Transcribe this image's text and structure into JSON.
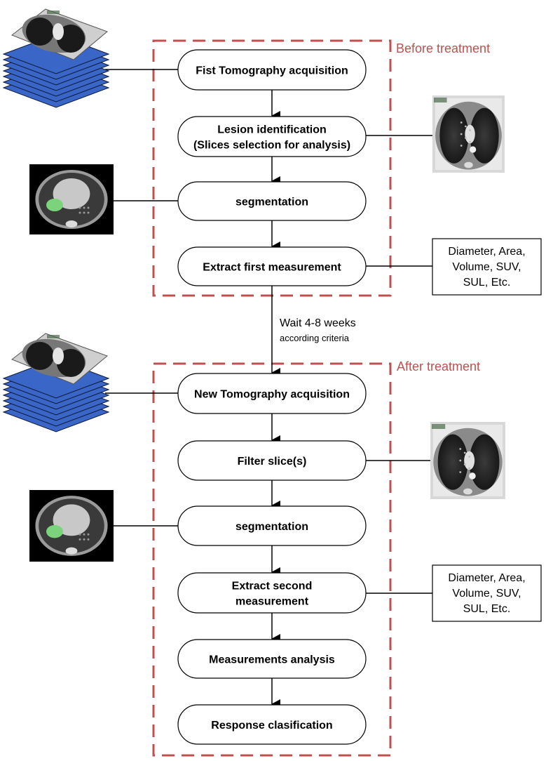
{
  "colors": {
    "section_border": "#c0504d",
    "section_label": "#c0504d",
    "stack_blue": "#3a66c8",
    "lesion_green": "#7bd47b"
  },
  "sections": {
    "before": {
      "label": "Before treatment"
    },
    "after": {
      "label": "After treatment"
    }
  },
  "wait_note": {
    "line1": "Wait 4-8 weeks",
    "line2": "according criteria"
  },
  "nodes": [
    {
      "lines": [
        "Fist Tomography acquisition"
      ]
    },
    {
      "lines": [
        "Lesion identification",
        "(Slices selection for analysis)"
      ]
    },
    {
      "lines": [
        "segmentation"
      ]
    },
    {
      "lines": [
        "Extract first measurement"
      ]
    },
    {
      "lines": [
        "New Tomography acquisition"
      ]
    },
    {
      "lines": [
        "Filter slice(s)"
      ]
    },
    {
      "lines": [
        "segmentation"
      ]
    },
    {
      "lines": [
        "Extract second",
        "measurement"
      ]
    },
    {
      "lines": [
        "Measurements analysis"
      ]
    },
    {
      "lines": [
        "Response clasification"
      ]
    }
  ],
  "measurement_boxes": [
    {
      "lines": [
        "Diameter, Area,",
        "Volume, SUV,",
        "SUL, Etc."
      ]
    },
    {
      "lines": [
        "Diameter, Area,",
        "Volume, SUV,",
        "SUL, Etc."
      ]
    }
  ],
  "images": [
    {
      "icon": "ct-scan-stack-icon"
    },
    {
      "icon": "ct-lung-slice-icon"
    },
    {
      "icon": "ct-segmentation-icon"
    },
    {
      "icon": "ct-scan-stack-icon"
    },
    {
      "icon": "ct-lung-slice-icon"
    },
    {
      "icon": "ct-segmentation-icon"
    }
  ]
}
